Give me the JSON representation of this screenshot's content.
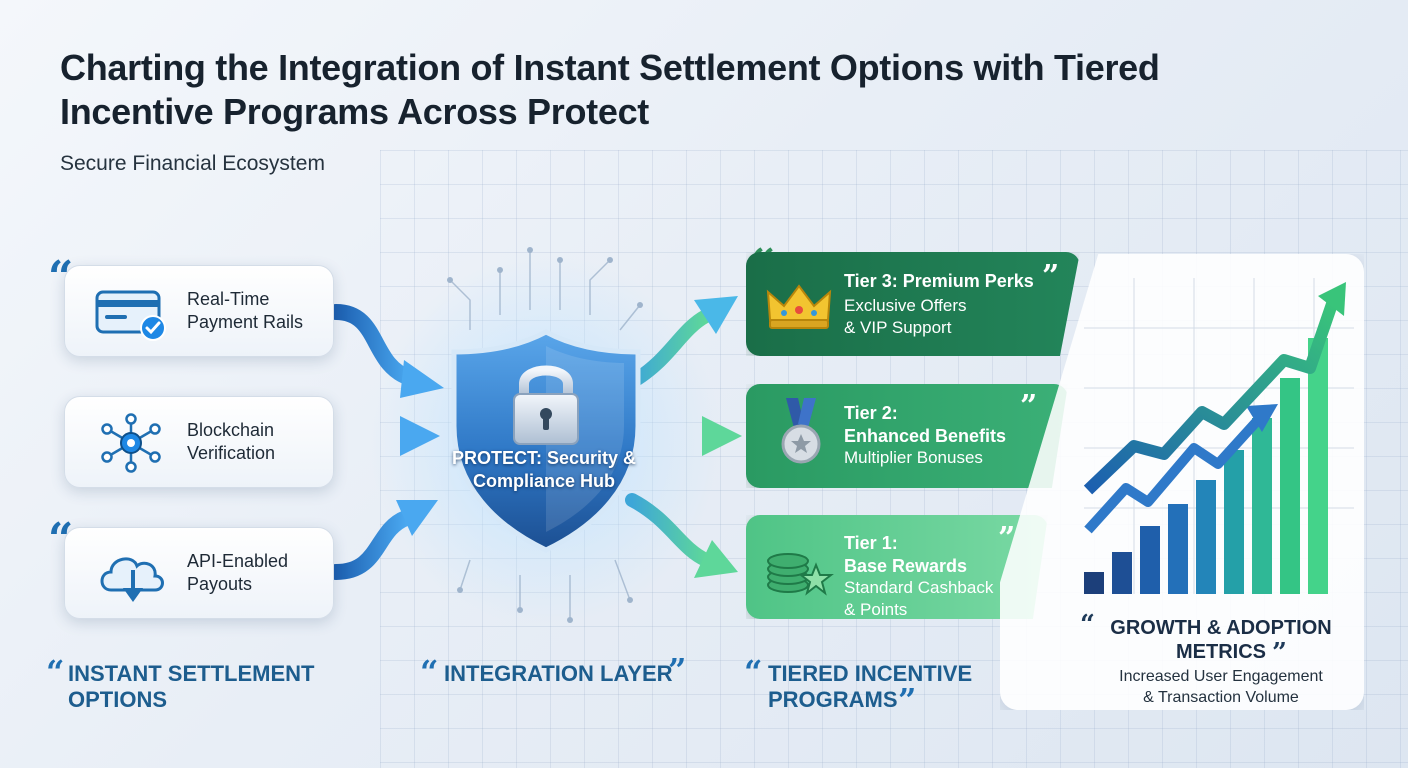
{
  "header": {
    "title": "Charting the Integration of Instant Settlement Options with Tiered Incentive Programs Across Protect",
    "subtitle": "Secure Financial Ecosystem"
  },
  "settlement_options": [
    {
      "label": "Real-Time Payment Rails",
      "icon": "credit-card-check-icon"
    },
    {
      "label": "Blockchain Verification",
      "icon": "network-nodes-icon"
    },
    {
      "label": "API-Enabled Payouts",
      "icon": "cloud-download-icon"
    }
  ],
  "hub": {
    "label": "PROTECT: Security & Compliance Hub",
    "icon": "shield-lock-icon"
  },
  "tiers": [
    {
      "name": "Tier 3: Premium Perks",
      "desc_line1": "Exclusive Offers",
      "desc_line2": "& VIP Support",
      "icon": "crown-icon",
      "color": "#1d7a52"
    },
    {
      "name_line1": "Tier 2:",
      "name_line2": "Enhanced Benefits",
      "desc": "Multiplier Bonuses",
      "icon": "medal-icon",
      "color": "#2f9e6a"
    },
    {
      "name_line1": "Tier 1:",
      "name_line2": "Base Rewards",
      "desc_line1": "Standard Cashback",
      "desc_line2": "& Points",
      "icon": "coins-star-icon",
      "color": "#5cc98d"
    }
  ],
  "section_labels": {
    "settlement": "INSTANT SETTLEMENT OPTIONS",
    "integration": "INTEGRATION LAYER",
    "incentives": "TIERED INCENTIVE PROGRAMS"
  },
  "metrics": {
    "title": "GROWTH & ADOPTION METRICS",
    "subtitle_line1": "Increased User Engagement",
    "subtitle_line2": "& Transaction Volume",
    "icon": "growth-chart-icon"
  },
  "colors": {
    "blue_accent": "#1f6fb2",
    "green_dark": "#1d7a52",
    "green_mid": "#2f9e6a",
    "green_light": "#5cc98d",
    "title_dark": "#17222e"
  }
}
